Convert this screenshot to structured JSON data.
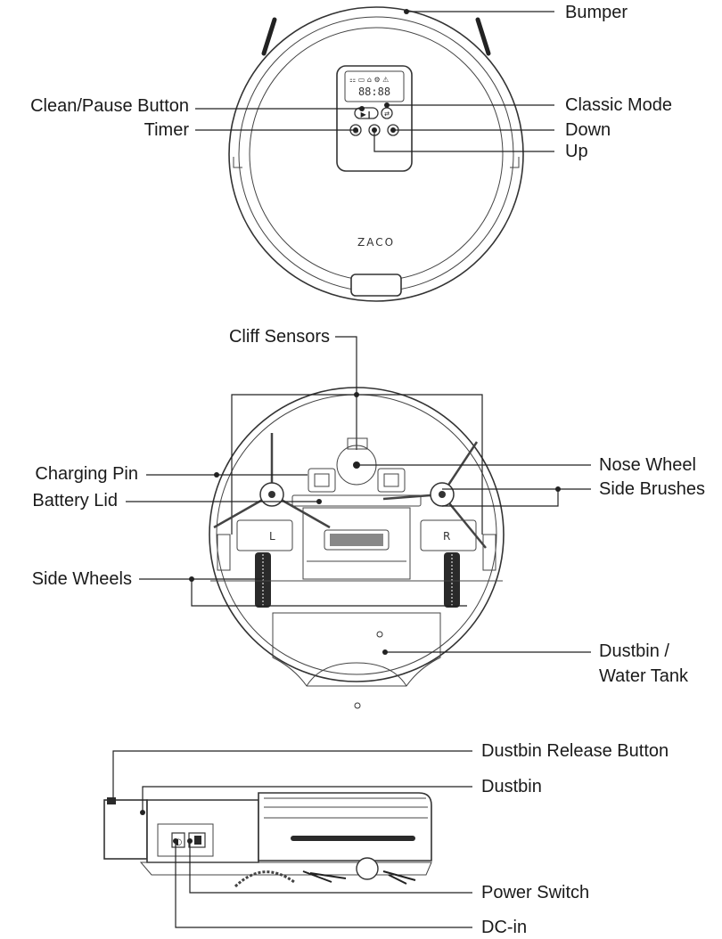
{
  "diagram": {
    "top_view": {
      "brand_logo": "ZACO",
      "display_digits": "88:88",
      "labels": {
        "bumper": "Bumper",
        "clean_pause_button": "Clean/Pause Button",
        "timer": "Timer",
        "classic_mode": "Classic Mode",
        "down": "Down",
        "up": "Up"
      }
    },
    "bottom_view": {
      "wheel_left_letter": "L",
      "wheel_right_letter": "R",
      "labels": {
        "cliff_sensors": "Cliff Sensors",
        "charging_pin": "Charging Pin",
        "battery_lid": "Battery Lid",
        "side_wheels": "Side Wheels",
        "nose_wheel": "Nose Wheel",
        "side_brushes": "Side Brushes",
        "dustbin_water_tank_line1": "Dustbin /",
        "dustbin_water_tank_line2": "Water Tank"
      }
    },
    "side_view": {
      "labels": {
        "dustbin_release_button": "Dustbin Release Button",
        "dustbin": "Dustbin",
        "power_switch": "Power Switch",
        "dc_in": "DC-in"
      }
    }
  }
}
